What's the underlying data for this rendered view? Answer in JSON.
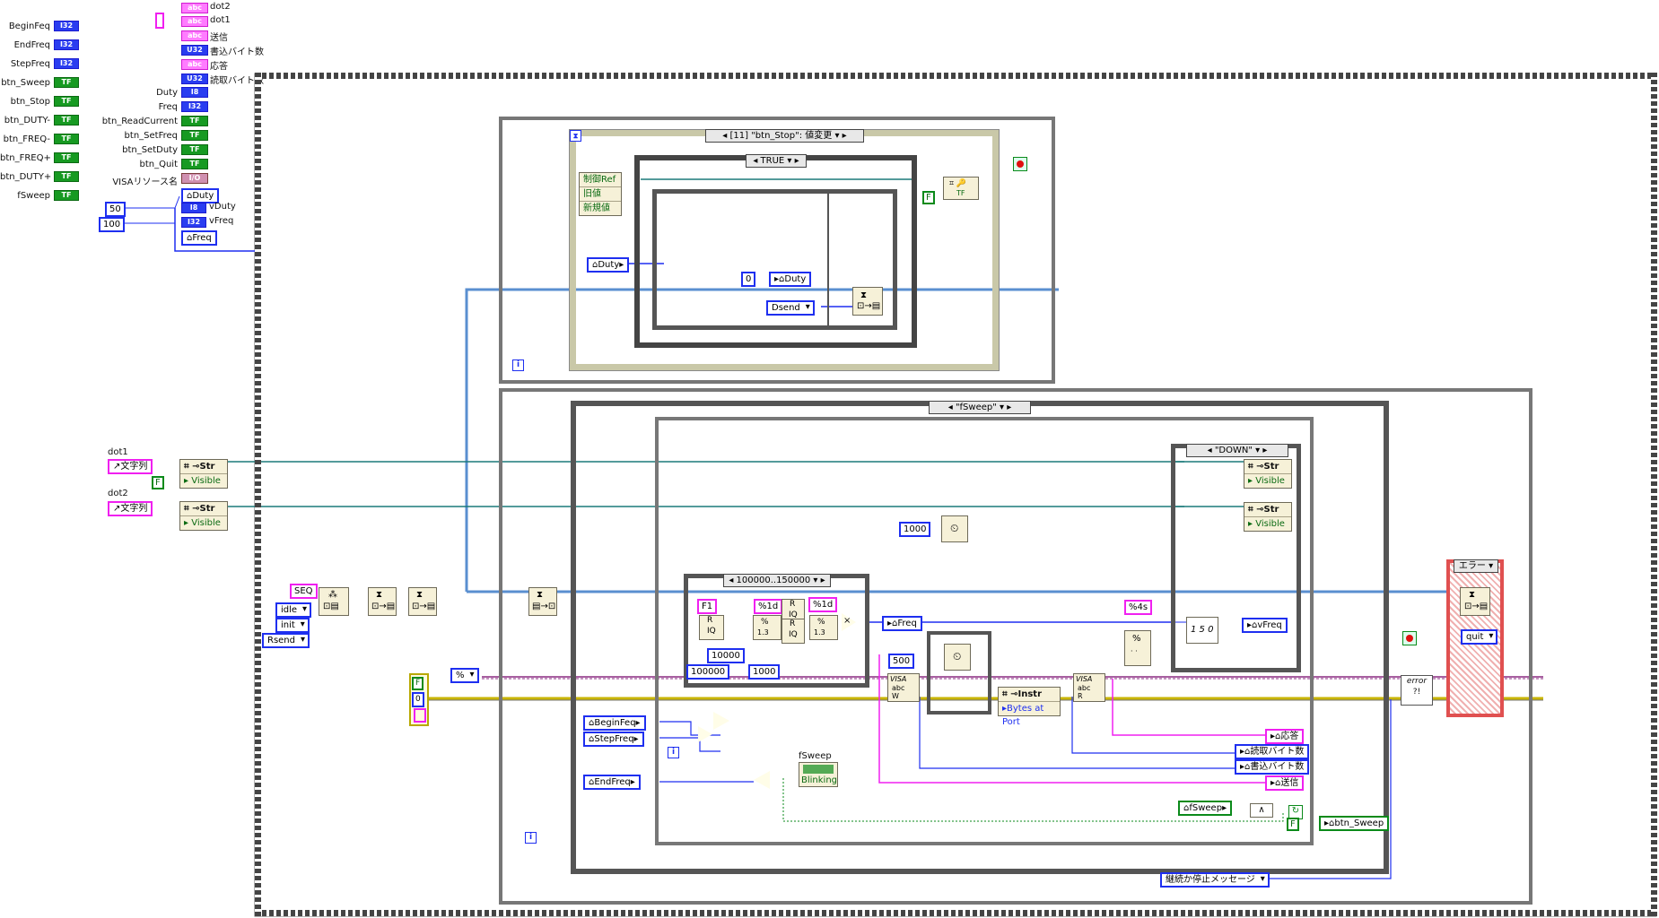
{
  "controls_left": {
    "labels": [
      "BeginFeq",
      "EndFreq",
      "StepFreq",
      "btn_Sweep",
      "btn_Stop",
      "btn_DUTY-",
      "btn_FREQ-",
      "btn_FREQ+",
      "btn_DUTY+",
      "fSweep"
    ],
    "types": [
      "I32",
      "I32",
      "I32",
      "TF",
      "TF",
      "TF",
      "TF",
      "TF",
      "TF",
      "TF"
    ]
  },
  "controls_mid": {
    "labels": [
      "dot2",
      "dot1",
      "送信",
      "書込バイト数",
      "応答",
      "読取バイト数",
      "Duty",
      "Freq",
      "btn_ReadCurrent",
      "btn_SetFreq",
      "btn_SetDuty",
      "btn_Quit",
      "VISAリソース名"
    ],
    "types": [
      "abc",
      "abc",
      "abc",
      "U32",
      "abc",
      "U32",
      "I8",
      "I32",
      "TF",
      "TF",
      "TF",
      "TF",
      "I/O"
    ]
  },
  "init_block": {
    "const_50": "50",
    "const_100": "100",
    "local_duty": "Duty",
    "local_vduty": "vDuty",
    "local_vfreq": "vFreq",
    "local_freq": "Freq",
    "vduty_type": "I8",
    "vfreq_type": "I32"
  },
  "dot_block": {
    "dot1_label": "dot1",
    "dot2_label": "dot2",
    "dot1_ref": "文字列",
    "dot2_ref": "文字列",
    "false_const": "F",
    "prop_class": "Str",
    "prop_name": "Visible"
  },
  "queue_block": {
    "seq_const": "SEQ",
    "enqueue_items": [
      "idle",
      "init",
      "Rsend"
    ]
  },
  "event_structure": {
    "selector": "[11] \"btn_Stop\": 値変更",
    "event_data": [
      "制御Ref",
      "旧値",
      "新規値"
    ],
    "inner_case_selector": "TRUE",
    "duty_local": "Duty",
    "zero_const": "0",
    "duty_local2": "Duty",
    "dsend_enum": "Dsend",
    "false_const": "F",
    "iteration": "i"
  },
  "consumer_loop": {
    "case_selector": "\"fSweep\"",
    "inner_range_selector": "100000..150000",
    "const_f1": "F1",
    "fmt_1": "%1d",
    "fmt_2": "%1d",
    "const_10000": "10000",
    "const_100000": "100000",
    "const_1000": "1000",
    "freq_local": "Freq",
    "const_1000_wait": "1000",
    "const_500": "500",
    "fmt_4s": "%4s",
    "down_selector": "\"DOWN\"",
    "vfreq_local": "vFreq",
    "begin_local": "BeginFeq",
    "step_local": "StepFreq",
    "end_local": "EndFreq",
    "fsweep_label": "fSweep",
    "blinking": "Blinking",
    "fsweep_local": "fSweep",
    "btn_sweep_local": "btn_Sweep",
    "instr_label": "Instr",
    "bytes_at_port": "Bytes at Port",
    "resp_local": "応答",
    "read_bytes_local": "読取バイト数",
    "write_bytes_local": "書込バイト数",
    "send_local": "送信",
    "false_const": "F",
    "pct_ring": "%",
    "error_case": "エラー",
    "quit_enum": "quit",
    "continue_msg": "継続か停止メッセージ",
    "iteration": "i",
    "code_const": "1 5 0",
    "const_zero_icon": "0",
    "error_icon_text": "error ?!"
  },
  "colors": {
    "int_wire": "#1e2ff0",
    "bool_wire": "#0a8a1a",
    "string_wire": "#f020f0",
    "error_wire": "#c8b400",
    "queue_wire": "#5a8fd0",
    "enum_wire": "#6a1060"
  }
}
